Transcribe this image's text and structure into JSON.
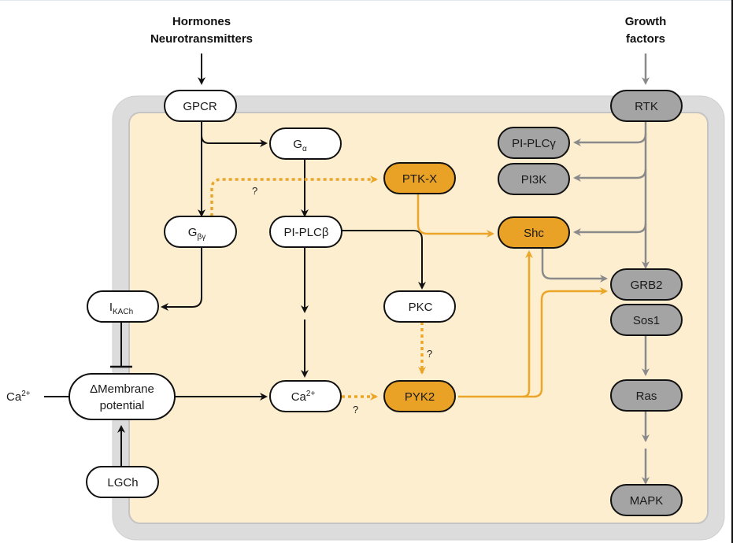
{
  "colors": {
    "cell_fill": "#fdeed0",
    "membrane": "#dcdcdc",
    "membrane_edge": "#c4c4c4",
    "black_path": "#111111",
    "gray_path": "#8a8a8a",
    "orange_path": "#eba62a",
    "node_white": "#ffffff",
    "node_gray": "#a4a4a4",
    "node_orange": "#e9a126"
  },
  "inputs": {
    "hormones_line1": "Hormones",
    "hormones_line2": "Neurotransmitters",
    "growth_line1": "Growth",
    "growth_line2": "factors",
    "calcium_external": "Ca",
    "calcium_external_sup": "2+"
  },
  "nodes": {
    "gpcr": {
      "label": "GPCR",
      "style": "white"
    },
    "g_alpha": {
      "label": "G",
      "sub": "α",
      "style": "white"
    },
    "g_betagamma": {
      "label": "G",
      "sub": "βγ",
      "style": "white"
    },
    "pi_plc_beta": {
      "label": "PI-PLCβ",
      "style": "white"
    },
    "i_kach": {
      "label": "I",
      "sub": "KACh",
      "style": "white"
    },
    "membrane_potential": {
      "label_line1": "ΔMembrane",
      "label_line2": "potential",
      "style": "white"
    },
    "lgch": {
      "label": "LGCh",
      "style": "white"
    },
    "ca_internal": {
      "label": "Ca",
      "sup": "2+",
      "style": "white"
    },
    "pkc": {
      "label": "PKC",
      "style": "white"
    },
    "ptk_x": {
      "label": "PTK-X",
      "style": "orange"
    },
    "pyk2": {
      "label": "PYK2",
      "style": "orange"
    },
    "shc": {
      "label": "Shc",
      "style": "orange"
    },
    "rtk": {
      "label": "RTK",
      "style": "gray"
    },
    "pi_plc_gamma": {
      "label": "PI-PLCγ",
      "style": "gray"
    },
    "pi3k": {
      "label": "PI3K",
      "style": "gray"
    },
    "grb2": {
      "label": "GRB2",
      "style": "gray"
    },
    "sos1": {
      "label": "Sos1",
      "style": "gray"
    },
    "ras": {
      "label": "Ras",
      "style": "gray"
    },
    "mapk": {
      "label": "MAPK",
      "style": "gray"
    }
  },
  "edges": [
    {
      "from": "hormones",
      "to": "gpcr",
      "style": "black",
      "type": "activate"
    },
    {
      "from": "gpcr",
      "to": "g_alpha",
      "style": "black",
      "type": "activate"
    },
    {
      "from": "gpcr",
      "to": "g_betagamma",
      "style": "black",
      "type": "activate"
    },
    {
      "from": "g_alpha",
      "to": "pi_plc_beta",
      "style": "black",
      "type": "activate"
    },
    {
      "from": "g_betagamma",
      "to": "ptk_x",
      "style": "orange-dotted",
      "type": "uncertain",
      "label": "?"
    },
    {
      "from": "g_betagamma",
      "to": "i_kach",
      "style": "black",
      "type": "activate"
    },
    {
      "from": "pi_plc_beta",
      "to": "pkc",
      "style": "black",
      "type": "activate"
    },
    {
      "from": "pi_plc_beta",
      "to": "ca_internal",
      "style": "black",
      "type": "activate"
    },
    {
      "from": "i_kach",
      "to": "membrane_potential",
      "style": "black",
      "type": "inhibit"
    },
    {
      "from": "calcium_external",
      "to": "membrane_potential",
      "style": "black",
      "type": "line"
    },
    {
      "from": "lgch",
      "to": "membrane_potential",
      "style": "black",
      "type": "activate"
    },
    {
      "from": "membrane_potential",
      "to": "ca_internal",
      "style": "black",
      "type": "activate"
    },
    {
      "from": "ca_internal",
      "to": "pyk2",
      "style": "orange-dotted",
      "type": "uncertain",
      "label": "?"
    },
    {
      "from": "pkc",
      "to": "pyk2",
      "style": "orange-dotted",
      "type": "uncertain",
      "label": "?"
    },
    {
      "from": "ptk_x",
      "to": "shc",
      "style": "orange",
      "type": "activate"
    },
    {
      "from": "pyk2",
      "to": "shc",
      "style": "orange",
      "type": "activate"
    },
    {
      "from": "pyk2",
      "to": "grb2",
      "style": "orange",
      "type": "activate"
    },
    {
      "from": "growth_factors",
      "to": "rtk",
      "style": "gray",
      "type": "activate"
    },
    {
      "from": "rtk",
      "to": "pi_plc_gamma",
      "style": "gray",
      "type": "activate"
    },
    {
      "from": "rtk",
      "to": "pi3k",
      "style": "gray",
      "type": "activate"
    },
    {
      "from": "rtk",
      "to": "shc",
      "style": "gray",
      "type": "activate"
    },
    {
      "from": "rtk",
      "to": "grb2",
      "style": "gray",
      "type": "activate"
    },
    {
      "from": "shc",
      "to": "grb2",
      "style": "gray",
      "type": "activate"
    },
    {
      "from": "sos1",
      "to": "ras",
      "style": "gray",
      "type": "activate"
    },
    {
      "from": "ras",
      "to": "mapk",
      "style": "gray",
      "type": "activate-multistep"
    }
  ],
  "question_marks": {
    "q1": "?",
    "q2": "?",
    "q3": "?"
  }
}
